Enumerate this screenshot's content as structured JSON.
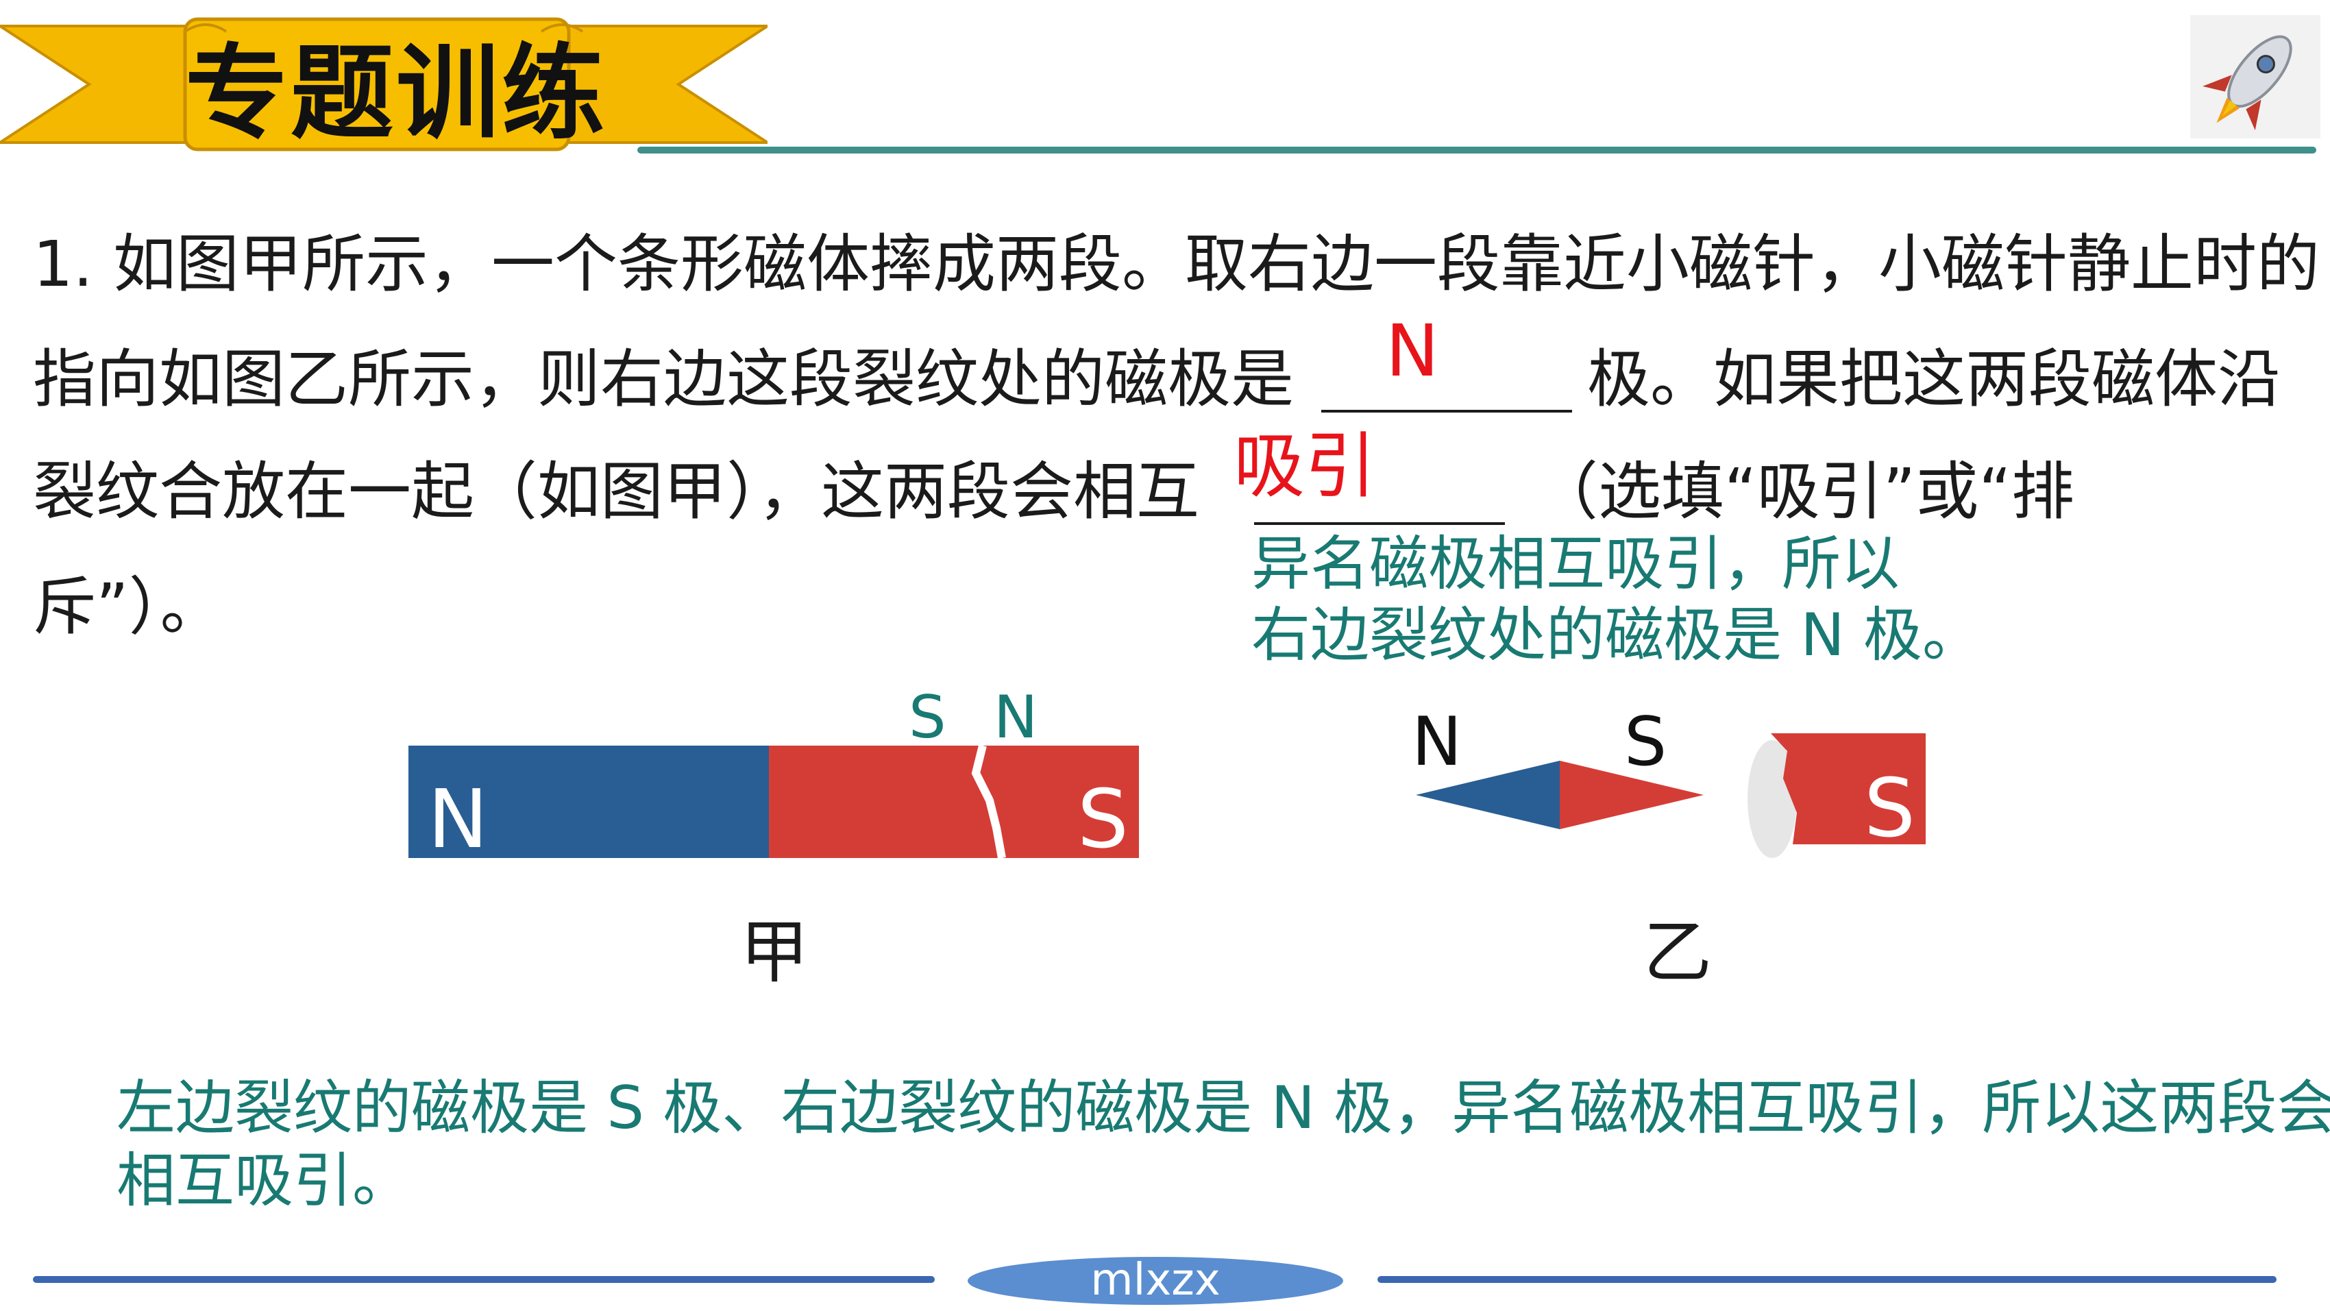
{
  "header": {
    "title": "专题训练"
  },
  "question": {
    "line1": "1. 如图甲所示，一个条形磁体摔成两段。取右边一段靠近小磁针，小磁针静止时的",
    "line2_a": "指向如图乙所示，则右边这段裂纹处的磁极是",
    "line2_b": "极。如果把这两段磁体沿",
    "line3_a": "裂纹合放在一起（如图甲），这两段会相互",
    "line3_b": "（选填“吸引”或“排",
    "line4": "斥”）。"
  },
  "answers": {
    "blank1": "N",
    "blank2": "吸引"
  },
  "explanation1": {
    "line1": "异名磁极相互吸引，所以",
    "line2": "右边裂纹处的磁极是 N 极。"
  },
  "figure_jia": {
    "left_pole": "N",
    "right_pole": "S",
    "crack_left_label": "S",
    "crack_right_label": "N",
    "caption": "甲",
    "colors": {
      "blue": "#285e94",
      "red": "#d43d36"
    }
  },
  "figure_yi": {
    "needle_left": "N",
    "needle_right": "S",
    "piece_pole": "S",
    "caption": "乙"
  },
  "explanation2": {
    "line1": "左边裂纹的磁极是 S 极、右边裂纹的磁极是 N 极，异名磁极相互吸引，所以这两段会",
    "line2": "相互吸引。"
  },
  "footer": {
    "label": "mlxzx"
  },
  "icons": {
    "rocket": "rocket-icon"
  },
  "colors": {
    "teal": "#187a73",
    "answer_red": "#e8141b",
    "banner_yellow": "#f5b800"
  }
}
